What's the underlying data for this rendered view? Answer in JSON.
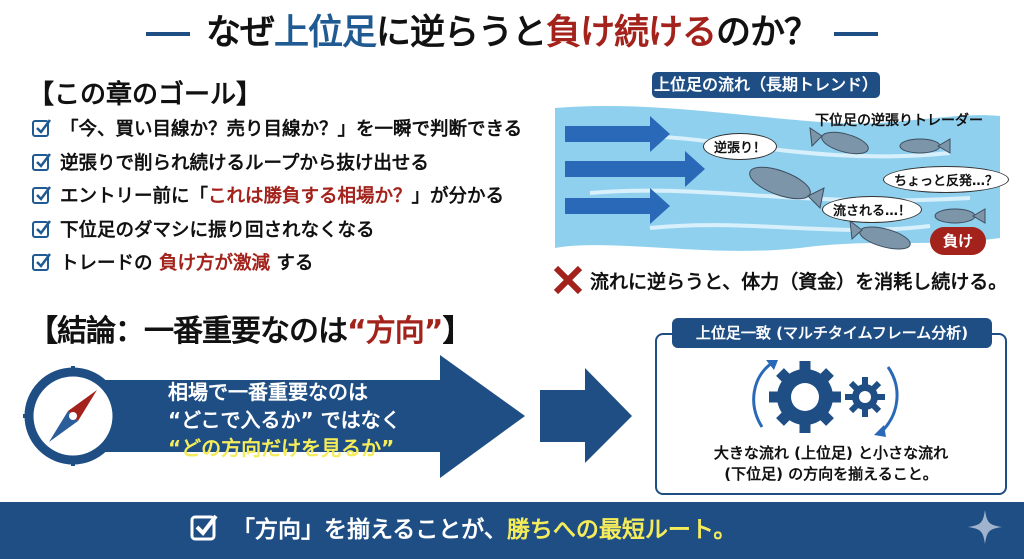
{
  "title": {
    "pre": "なぜ",
    "blue": "上位足",
    "mid": "に逆らうと",
    "red": "負け続ける",
    "post": "のか？"
  },
  "goals": {
    "heading": "【この章のゴール】",
    "items": [
      {
        "pre": "「今、買い目線か？売り目線か？」を一瞬で判断できる",
        "red": "",
        "post": ""
      },
      {
        "pre": "逆張りで削られ続けるループから抜け出せる",
        "red": "",
        "post": ""
      },
      {
        "pre": "エントリー前に「",
        "red": "これは勝負する相場か？",
        "post": "」が分かる"
      },
      {
        "pre": "下位足のダマシに振り回されなくなる",
        "red": "",
        "post": ""
      },
      {
        "pre": "トレードの ",
        "red": "負け方が激減",
        "post": " する"
      }
    ]
  },
  "river": {
    "label": "上位足の流れ（長期トレンド）",
    "trader_label": "下位足の逆張りトレーダー",
    "bubbles": [
      "逆張り！",
      "ちょっと反発…？",
      "流される…！"
    ],
    "lose_badge": "負け",
    "note": "流れに逆らうと、体力（資金）を消耗し続ける。"
  },
  "conclusion": {
    "heading_pre": "【結論：一番重要なのは",
    "heading_red": "“方向”",
    "heading_post": "】",
    "line1": "相場で一番重要なのは",
    "line2": "“どこで入るか” ではなく",
    "line3": "“どの方向だけを見るか”"
  },
  "mtf": {
    "label": "上位足一致 (マルチタイムフレーム分析)",
    "line1": "大きな流れ (上位足) と小さな流れ",
    "line2": "(下位足) の方向を揃えること。"
  },
  "banner": {
    "pre": "「方向」を揃えることが、",
    "yellow": "勝ちへの最短ルート。"
  },
  "colors": {
    "navy": "#1f4e85",
    "red": "#a3231c",
    "yellow": "#f5ec5a",
    "water": "#8fd0ef"
  }
}
